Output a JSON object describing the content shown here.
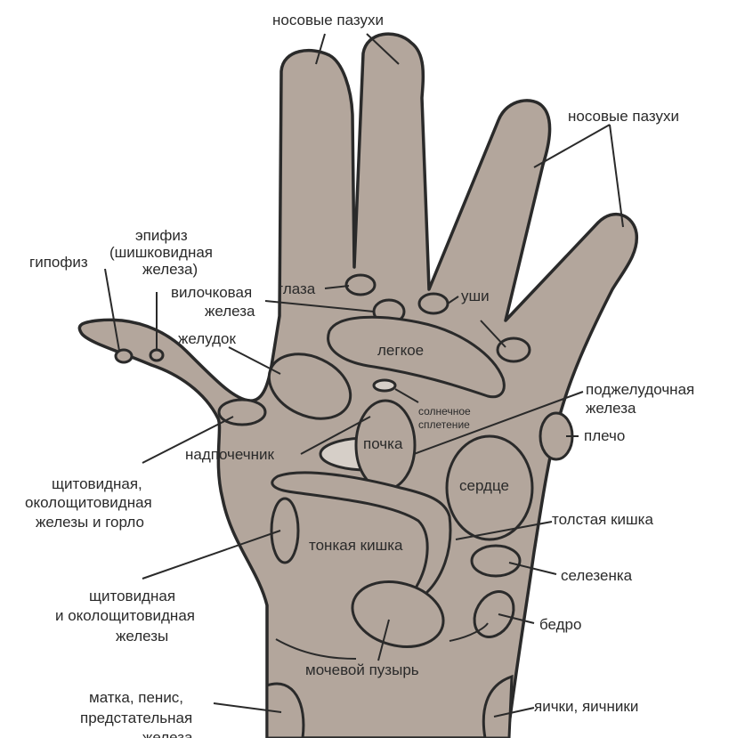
{
  "labels": {
    "sinuses_top": "носовые пазухи",
    "sinuses_right": "носовые пазухи",
    "epiphysis_1": "эпифиз",
    "epiphysis_2": "(шишковидная",
    "epiphysis_3": "железа)",
    "hypophysis": "гипофиз",
    "eyes": "глаза",
    "thymus_1": "вилочковая",
    "thymus_2": "железа",
    "ears": "уши",
    "stomach": "желудок",
    "lung": "легкое",
    "solar_1": "солнечное",
    "solar_2": "сплетение",
    "pancreas_1": "поджелудочная",
    "pancreas_2": "железа",
    "kidney": "почка",
    "adrenal": "надпочечник",
    "shoulder": "плечо",
    "thyroid_throat_1": "щитовидная,",
    "thyroid_throat_2": "околощитовидная",
    "thyroid_throat_3": "железы и горло",
    "heart": "сердце",
    "large_intestine": "толстая кишка",
    "small_intestine": "тонкая кишка",
    "spleen": "селезенка",
    "thyroid_para_1": "щитовидная",
    "thyroid_para_2": "и околощитовидная",
    "thyroid_para_3": "железы",
    "hip": "бедро",
    "bladder": "мочевой пузырь",
    "uterus_1": "матка, пенис,",
    "uterus_2": "предстательная",
    "uterus_3": "железа",
    "testes": "яички, яичники"
  }
}
